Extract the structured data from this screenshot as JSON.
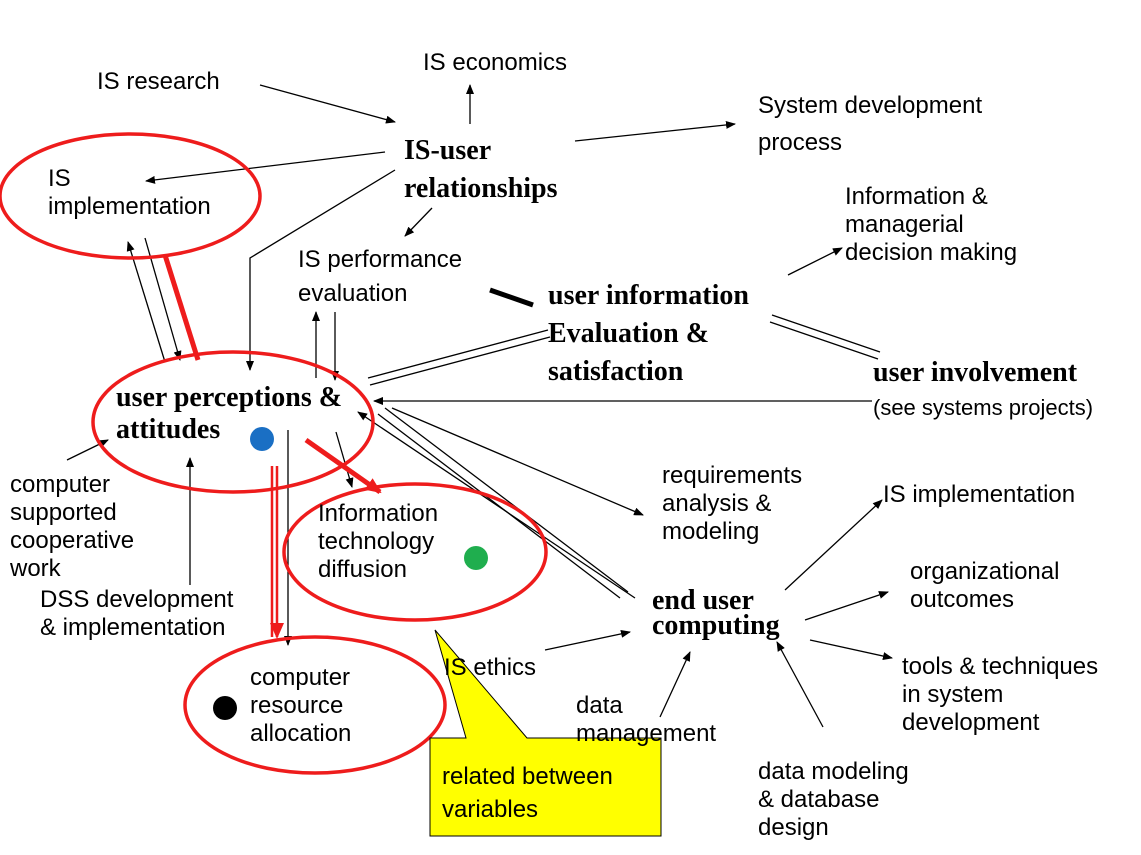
{
  "nodes": {
    "is_research": "IS research",
    "is_economics": "IS economics",
    "system_dev": "System development\nprocess",
    "is_user_rel": "IS-user\nrelationships",
    "is_impl_left": "IS\nimplementation",
    "info_managerial": "Information &\nmanagerial\ndecision making",
    "is_perf": "IS performance\nevaluation",
    "user_info_eval": "user information\nEvaluation &\nsatisfaction",
    "user_involvement": "user involvement",
    "user_involvement_note": "(see systems projects)",
    "user_perceptions": "user perceptions &\nattitudes",
    "cscw": "computer\nsupported\ncooperative\nwork",
    "requirements": "requirements\nanalysis &\nmodeling",
    "is_impl_right": "IS implementation",
    "it_diffusion": "Information\ntechnology\ndiffusion",
    "dss": "DSS development\n& implementation",
    "end_user": "end user\ncomputing",
    "org_outcomes": "organizational\noutcomes",
    "computer_resource": "computer\nresource\nallocation",
    "is_ethics": "IS ethics",
    "tools_techniques": "tools & techniques\nin system\ndevelopment",
    "data_management": "data\nmanagement",
    "data_modeling": "data modeling\n& database\ndesign"
  },
  "callout": {
    "text": "related between\nvariables",
    "color": "#ffff00"
  },
  "colors": {
    "highlight": "#ee1c1c",
    "blue_dot": "#1a6fc4",
    "green_dot": "#1fae4e",
    "black_dot": "#000000"
  }
}
